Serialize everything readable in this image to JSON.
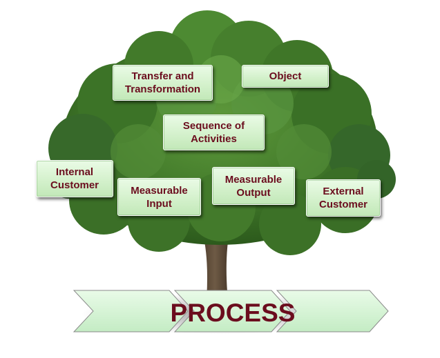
{
  "diagram": {
    "colors": {
      "text": "#6b0d1e",
      "box_fill": "#d4f1cc",
      "foliage": "#3f7a2c",
      "trunk": "#5a4633",
      "arrow_fill": "#d4f5d4"
    },
    "boxes": {
      "transfer": "Transfer and Transformation",
      "object": "Object",
      "sequence": "Sequence of Activities",
      "internal": "Internal Customer",
      "input": "Measurable Input",
      "output": "Measurable Output",
      "external": "External Customer"
    },
    "process_label": "PROCESS"
  }
}
